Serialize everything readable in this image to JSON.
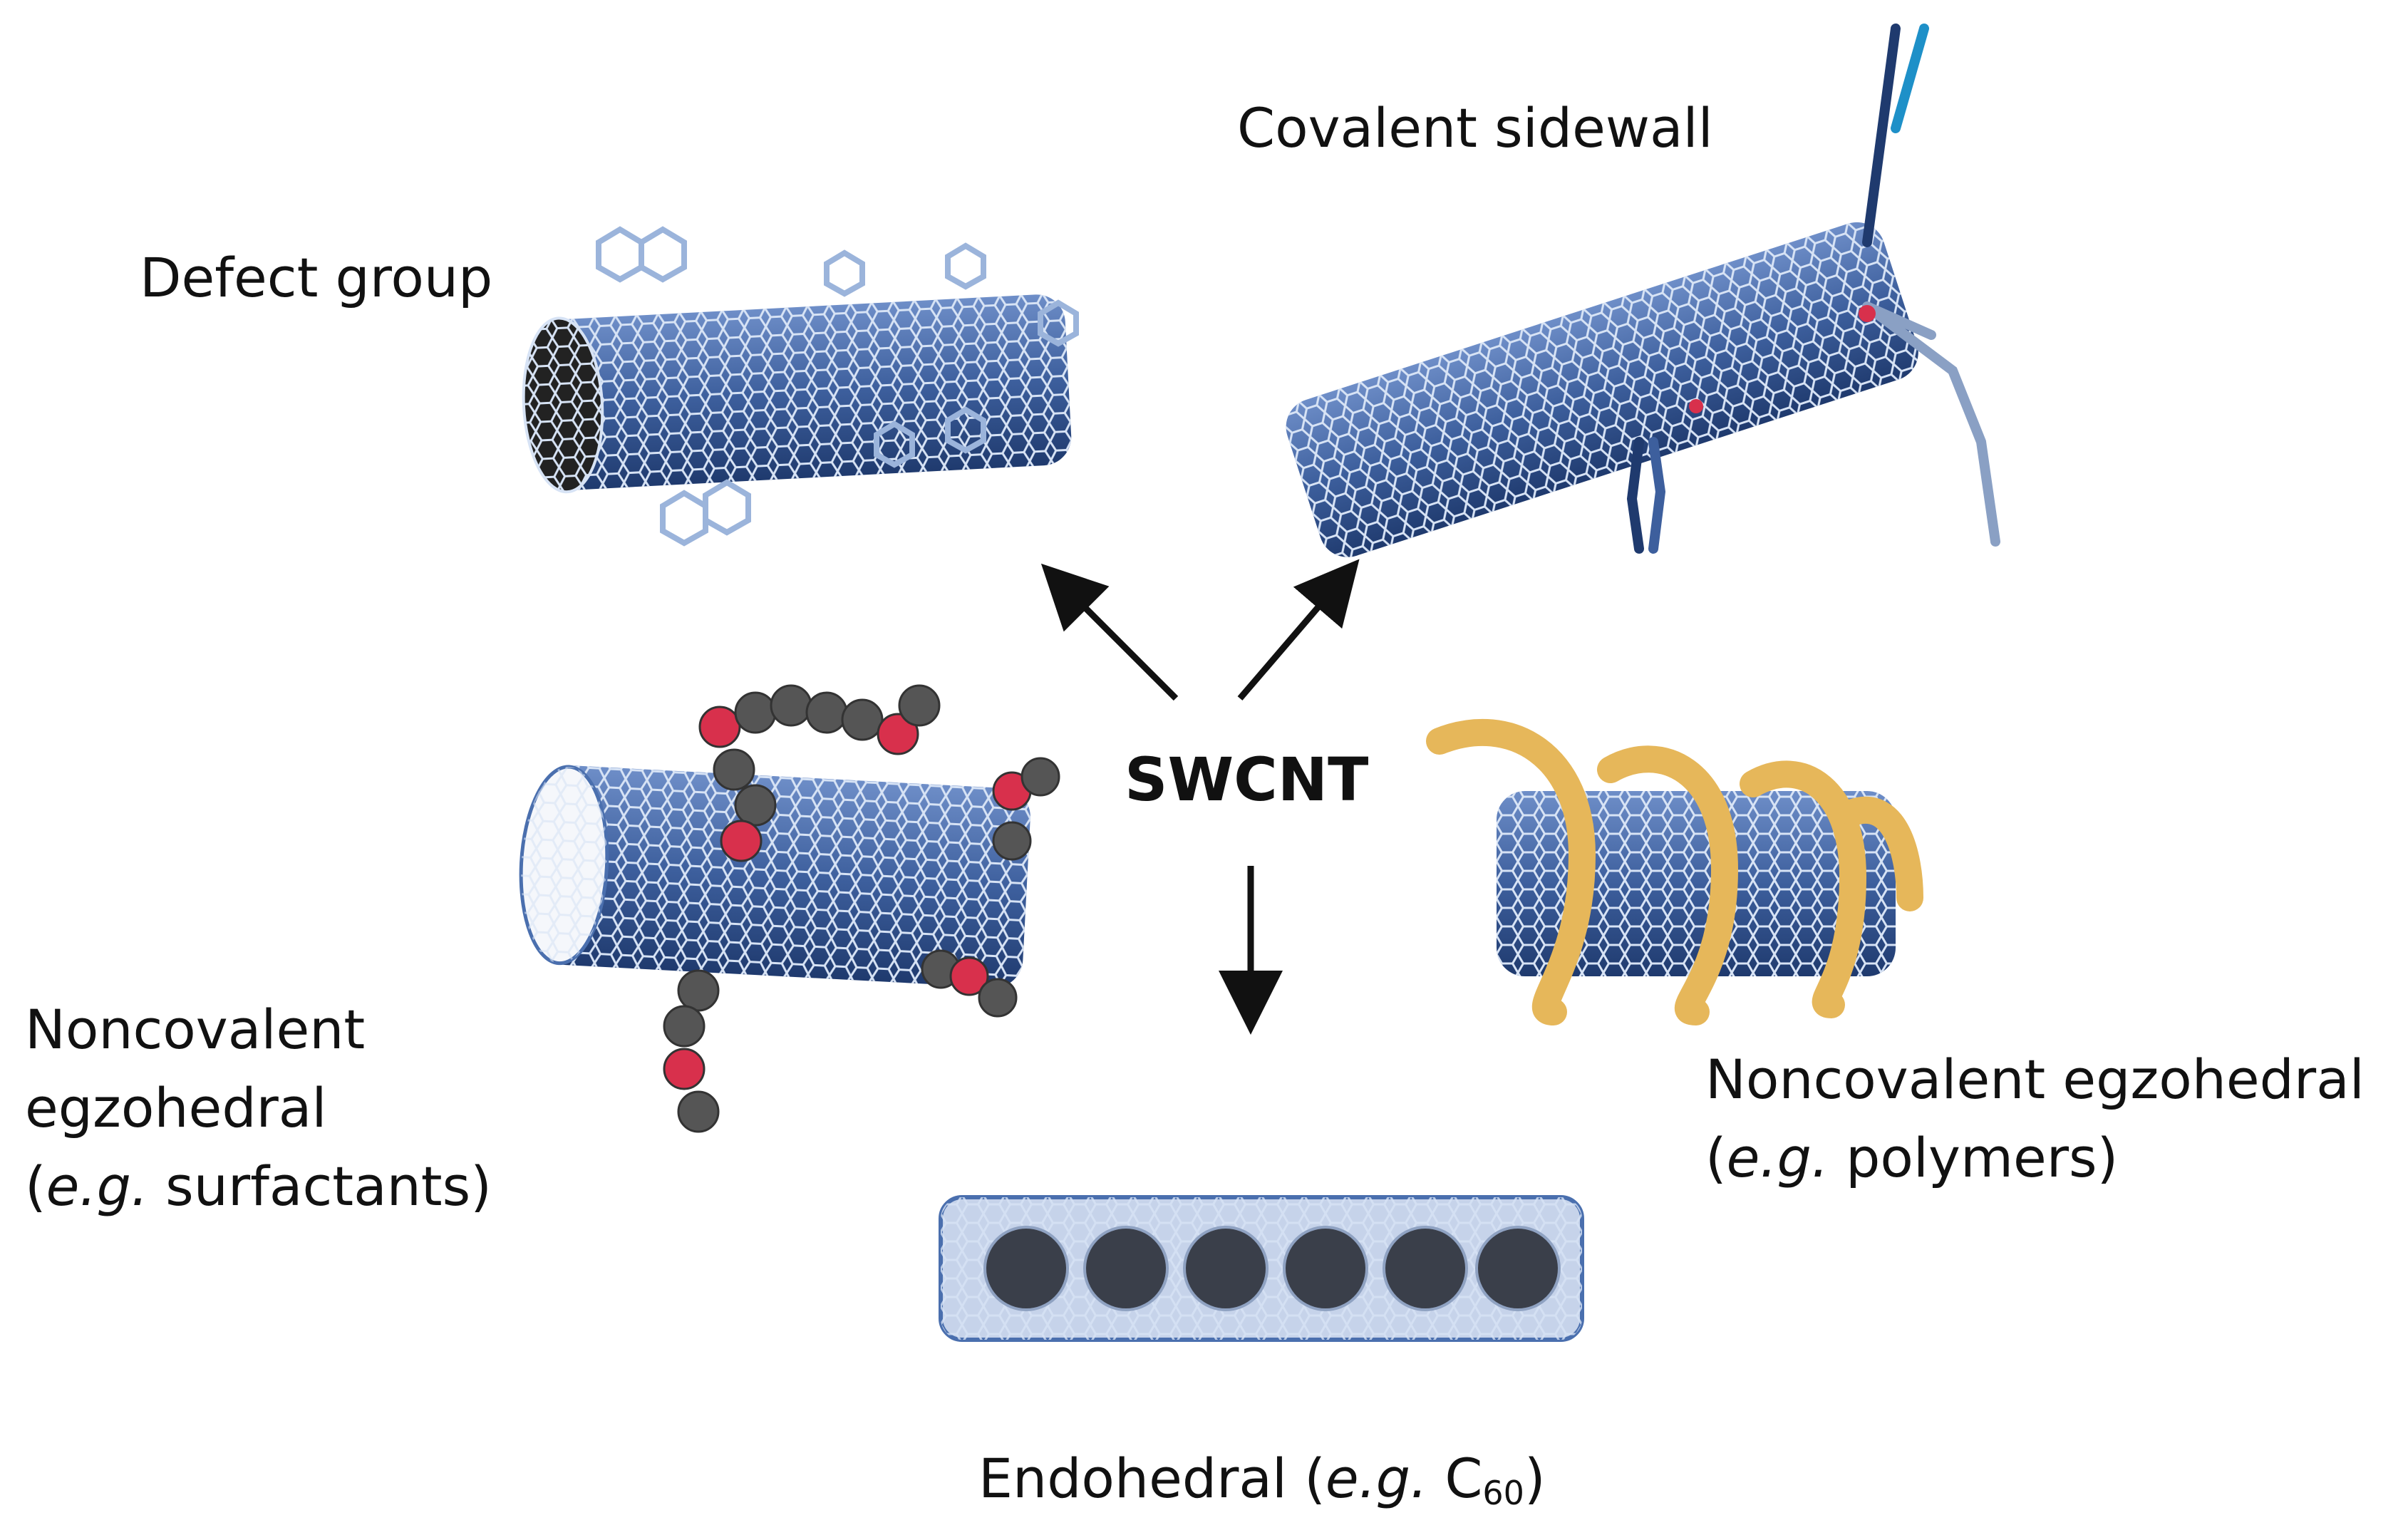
{
  "center_label": "SWCNT",
  "labels": {
    "defect": "Defect group",
    "covalent": "Covalent sidewall",
    "nc_surf_l1": "Noncovalent",
    "nc_surf_l2": "egzohedral",
    "nc_surf_open": "(",
    "eg": "e.g.",
    "nc_surf_rest": " surfactants)",
    "nc_poly_l1": "Noncovalent egzohedral",
    "nc_poly_open": "(",
    "nc_poly_rest": " polymers)",
    "endo_pre": "Endohedral (",
    "endo_c": " C",
    "endo_sub": "60",
    "endo_close": ")"
  },
  "colors": {
    "tube": "#4a6fae",
    "tube_dark": "#1f3a6e",
    "mesh": "#d7e3f5",
    "surfactant_gray": "#555555",
    "surfactant_red": "#d8304c",
    "polymer": "#e6b75a",
    "fullerene": "#3a3f4a",
    "arrow": "#111111"
  }
}
